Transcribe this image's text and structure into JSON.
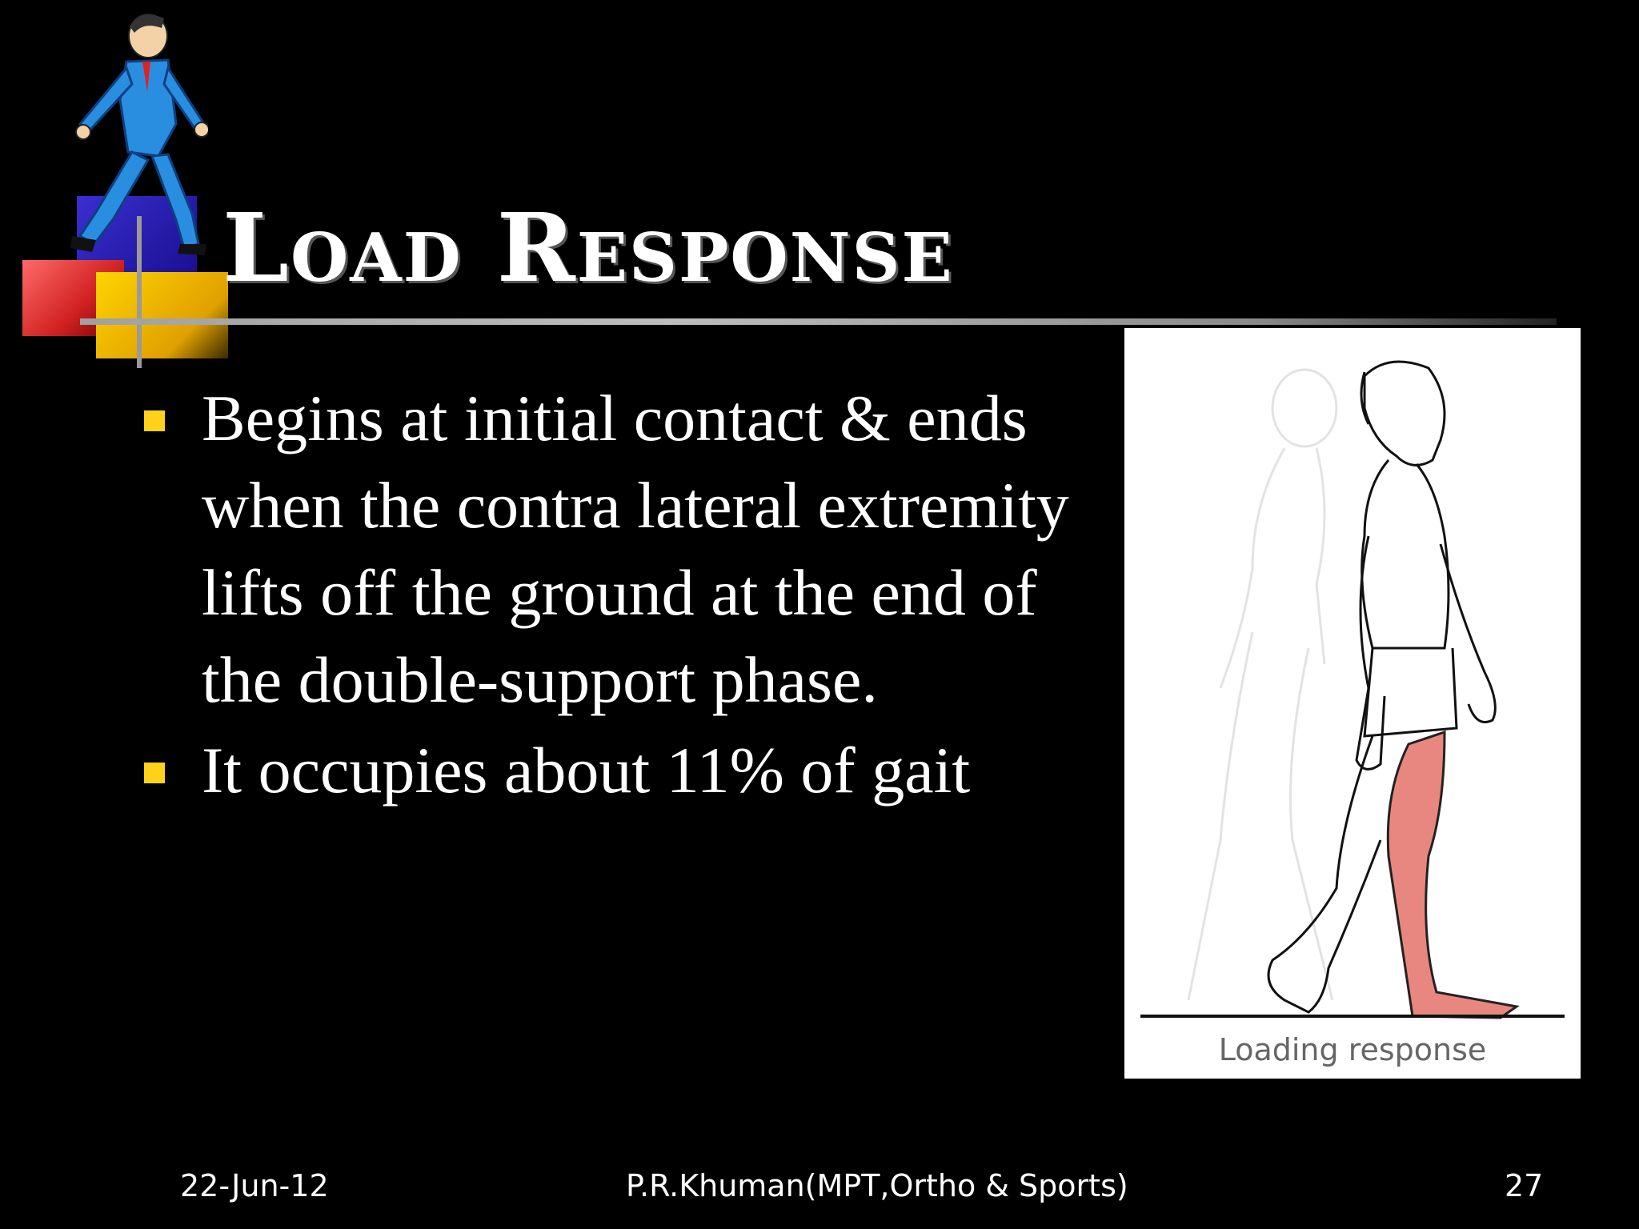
{
  "slide": {
    "title": "Load Response",
    "bullets": [
      "Begins at initial contact & ends when the contra lateral extremity lifts off the ground at the end of the double-support phase.",
      "It occupies about 11% of gait"
    ],
    "figure": {
      "caption": "Loading response",
      "highlight_color": "#e8877f"
    },
    "footer": {
      "date": "22-Jun-12",
      "author": "P.R.Khuman(MPT,Ortho & Sports)",
      "page": "27"
    },
    "colors": {
      "background": "#000000",
      "bullet": "#ffd21a"
    }
  }
}
